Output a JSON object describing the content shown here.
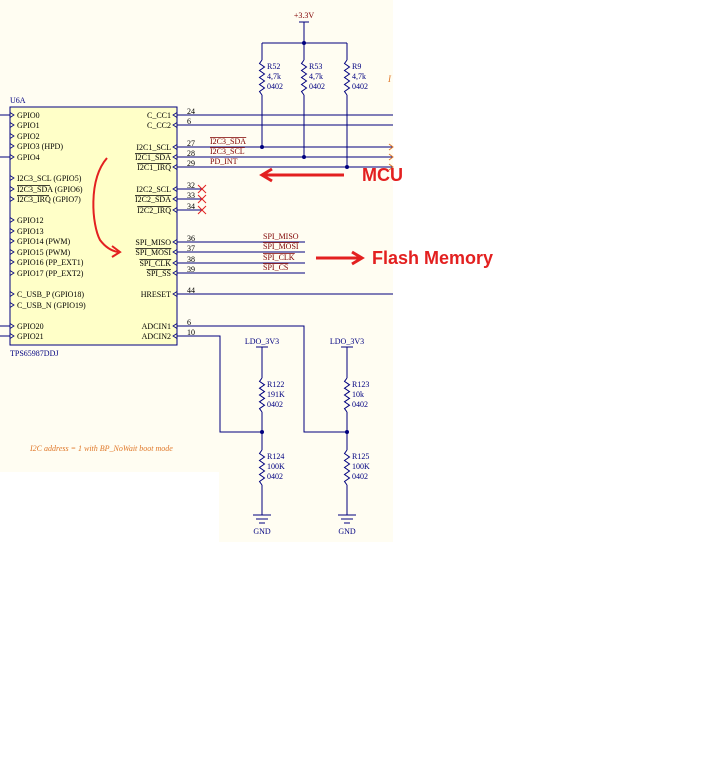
{
  "colors": {
    "background": "#ffffff",
    "schematic_paper": "#fffdf2",
    "chip_fill": "#ffffc8",
    "wire": "#00007f",
    "net_label": "#7f0000",
    "component_text": "#000080",
    "note_orange": "#e0782a",
    "annotation_red": "#e32020",
    "noconnect_red": "#e32020"
  },
  "chip": {
    "designator": "U6A",
    "part_number": "TPS65987DDJ",
    "left_pins": [
      "GPIO0",
      "GPIO1",
      "GPIO2",
      "GPIO3 (HPD)",
      "GPIO4",
      "I2C3_SCL (GPIO5)",
      "I2C3_SDA (GPIO6)",
      "I2C3_IRQ (GPIO7)",
      "GPIO12",
      "GPIO13",
      "GPIO14 (PWM)",
      "GPIO15 (PWM)",
      "GPIO16 (PP_EXT1)",
      "GPIO17 (PP_EXT2)",
      "C_USB_P (GPIO18)",
      "C_USB_N (GPIO19)",
      "GPIO20",
      "GPIO21"
    ],
    "right_pins": [
      {
        "name": "C_CC1",
        "num": "24"
      },
      {
        "name": "C_CC2",
        "num": "6"
      },
      {
        "name": "I2C1_SCL",
        "num": "27"
      },
      {
        "name": "I2C1_SDA",
        "num": "28"
      },
      {
        "name": "I2C1_IRQ",
        "num": "29"
      },
      {
        "name": "I2C2_SCL",
        "num": "32"
      },
      {
        "name": "I2C2_SDA",
        "num": "33"
      },
      {
        "name": "I2C2_IRQ",
        "num": "34"
      },
      {
        "name": "SPI_MISO",
        "num": "36"
      },
      {
        "name": "SPI_MOSI",
        "num": "37"
      },
      {
        "name": "SPI_CLK",
        "num": "38"
      },
      {
        "name": "SPI_SS",
        "num": "39"
      },
      {
        "name": "HRESET",
        "num": "44"
      },
      {
        "name": "ADCIN1",
        "num": "6"
      },
      {
        "name": "ADCIN2",
        "num": "10"
      }
    ]
  },
  "nets": {
    "power_top": "+3.3V",
    "i2c3_sda": "I2C3_SDA",
    "i2c3_scl": "I2C3_SCL",
    "pd_int": "PD_INT",
    "spi_miso": "SPI_MISO",
    "spi_mosi": "SPI_MOSI",
    "spi_clk": "SPI_CLK",
    "spi_cs": "SPI_CS",
    "ldo_left": "LDO_3V3",
    "ldo_right": "LDO_3V3",
    "gnd_left": "GND",
    "gnd_right": "GND"
  },
  "resistors": [
    {
      "ref": "R52",
      "value": "4,7k",
      "package": "0402"
    },
    {
      "ref": "R53",
      "value": "4,7k",
      "package": "0402"
    },
    {
      "ref": "R9",
      "value": "4,7k",
      "package": "0402"
    },
    {
      "ref": "R122",
      "value": "191K",
      "package": "0402"
    },
    {
      "ref": "R123",
      "value": "10k",
      "package": "0402"
    },
    {
      "ref": "R124",
      "value": "100K",
      "package": "0402"
    },
    {
      "ref": "R125",
      "value": "100K",
      "package": "0402"
    }
  ],
  "note": "I2C address = 1 with BP_NoWait boot mode",
  "edge_mark": "I",
  "annotations": {
    "mcu": "MCU",
    "flash": "Flash Memory"
  }
}
